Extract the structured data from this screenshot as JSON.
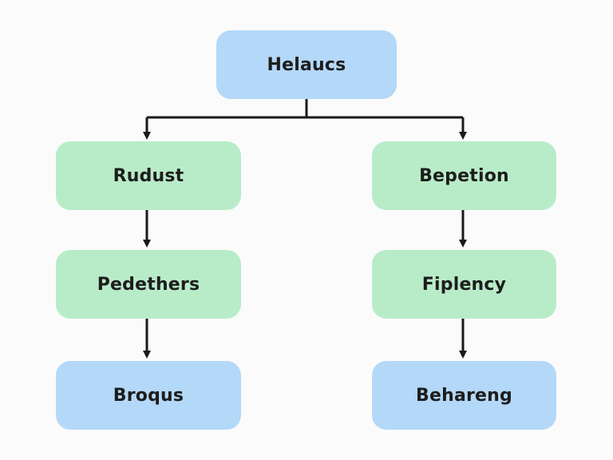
{
  "diagram": {
    "root": {
      "label": "Helaucs",
      "color": "#b4d8f8"
    },
    "left_branch": [
      {
        "label": "Rudust",
        "color": "#b8ecc8"
      },
      {
        "label": "Pedethers",
        "color": "#b8ecc8"
      },
      {
        "label": "Broqus",
        "color": "#b4d8f8"
      }
    ],
    "right_branch": [
      {
        "label": "Bepetion",
        "color": "#b8ecc8"
      },
      {
        "label": "Fiplency",
        "color": "#b8ecc8"
      },
      {
        "label": "Behareng",
        "color": "#b4d8f8"
      }
    ],
    "edges": [
      [
        "Helaucs",
        "Rudust"
      ],
      [
        "Helaucs",
        "Bepetion"
      ],
      [
        "Rudust",
        "Pedethers"
      ],
      [
        "Pedethers",
        "Broqus"
      ],
      [
        "Bepetion",
        "Fiplency"
      ],
      [
        "Fiplency",
        "Behareng"
      ]
    ],
    "connector_color": "#1a1a1a"
  }
}
